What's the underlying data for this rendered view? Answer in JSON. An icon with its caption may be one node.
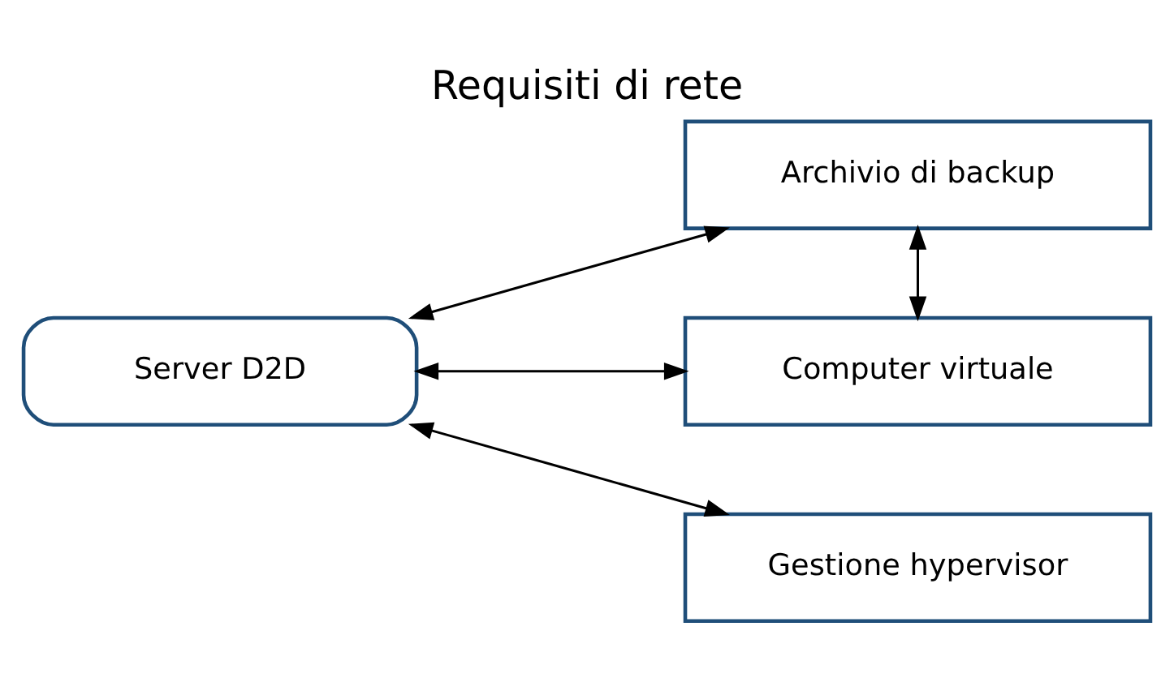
{
  "diagram": {
    "title": "Requisiti di rete",
    "nodes": [
      {
        "text": [
          "Server D2D"
        ]
      },
      {
        "text": [
          "Archivio di backup"
        ]
      },
      {
        "text": [
          "Computer virtuale"
        ]
      },
      {
        "text": [
          "Gestione hypervisor"
        ]
      }
    ],
    "edges": [
      {
        "from": 0,
        "to": 1,
        "arrow": "both"
      },
      {
        "from": 1,
        "to": 2,
        "arrow": "both"
      },
      {
        "from": 0,
        "to": 2,
        "arrow": "both"
      },
      {
        "from": 0,
        "to": 3,
        "arrow": "both"
      }
    ]
  }
}
